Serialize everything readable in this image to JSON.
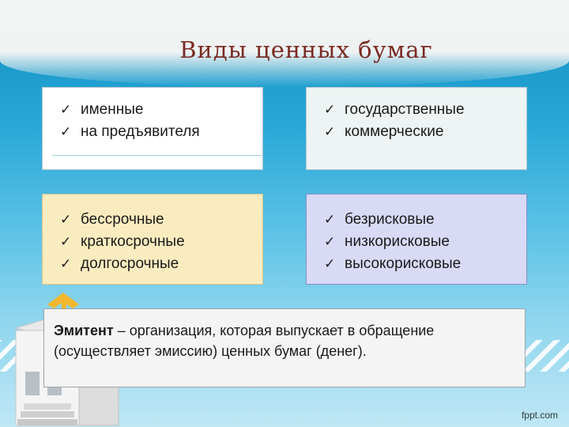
{
  "title": "Виды ценных бумаг",
  "box_top_left": {
    "items": [
      "именные",
      "на предъявителя"
    ]
  },
  "box_top_right": {
    "items": [
      "государственные",
      "коммерческие"
    ]
  },
  "box_mid_left": {
    "items": [
      "бессрочные",
      "краткосрочные",
      "долгосрочные"
    ]
  },
  "box_mid_right": {
    "items": [
      "безрисковые",
      "низкорисковые",
      "высокорисковые"
    ]
  },
  "definition": {
    "term": "Эмитент",
    "text": " – организация, которая выпускает в обращение (осуществляет эмиссию) ценных бумаг (денег)."
  },
  "watermark": "fppt.com",
  "check_icon": "checkmark-icon",
  "colors": {
    "title": "#7a2a23",
    "box_yellow": "#fbecc0",
    "box_lavender": "#d9daf6",
    "background_top": "#0e8fc0"
  }
}
